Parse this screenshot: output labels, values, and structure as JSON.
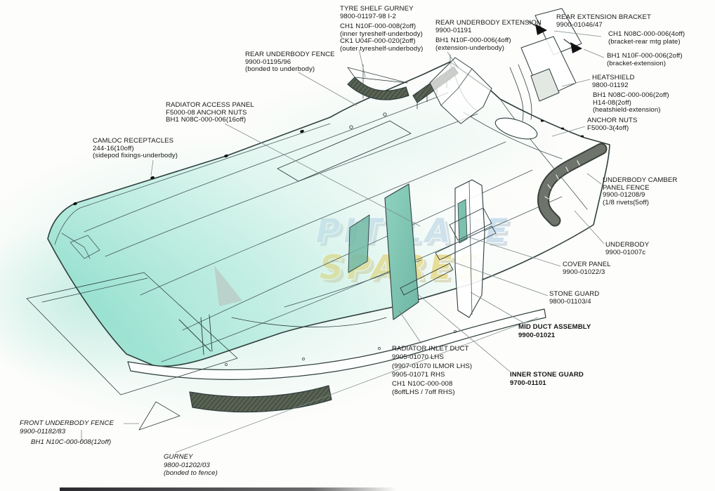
{
  "diagram": {
    "watermark": {
      "line1": "PIT LANE",
      "line2": "SPARES"
    },
    "colors": {
      "watermark_blue": "#b9d2e6",
      "watermark_yellow": "#e9c94e",
      "teal_wash": "#9fe2d2",
      "line_art": "#2f3e3e",
      "hatch_dark": "#515b4e",
      "camber_gray": "#6e736c",
      "text": "#161616"
    },
    "labels": {
      "tyre_shelf_gurney": {
        "lines": [
          "TYRE SHELF GURNEY",
          "9800-01197-98 I-2",
          "CH1 N10F-000-008(2off)",
          "(inner tyreshelf-underbody)",
          "CK1 U04F-000-020(2off)",
          "(outer tyreshelf-underbody)"
        ]
      },
      "rear_underbody_extension": {
        "lines": [
          "REAR UNDERBODY EXTENSION",
          "9900-01191",
          "BH1 N10F-000-006(4off)",
          "(extension-underbody)"
        ]
      },
      "rear_extension_bracket": {
        "lines": [
          "REAR EXTENSION BRACKET",
          "9900-01046/47"
        ]
      },
      "bracket_rear_mtg_plate": {
        "lines": [
          "CH1 N08C-000-006(4off)",
          "(bracket-rear mtg plate)"
        ]
      },
      "bracket_extension": {
        "lines": [
          "BH1 N10F-000-006(2off)",
          "(bracket-extension)"
        ]
      },
      "heatshield": {
        "lines": [
          "HEATSHIELD",
          "9800-01192"
        ]
      },
      "heatshield_extension": {
        "lines": [
          "BH1 N08C-000-006(2off)",
          "H14-08(2off)",
          "(heatshield-extension)"
        ]
      },
      "anchor_nuts": {
        "lines": [
          "ANCHOR NUTS",
          "F5000-3(4off)"
        ]
      },
      "rear_underbody_fence": {
        "lines": [
          "REAR UNDERBODY FENCE",
          "9900-01195/96",
          "(bonded to underbody)"
        ]
      },
      "radiator_access_panel": {
        "lines": [
          "RADIATOR ACCESS PANEL",
          "F5000-08 ANCHOR NUTS",
          "BH1 N08C-000-006(16off)"
        ]
      },
      "camloc_receptacles": {
        "lines": [
          "CAMLOC RECEPTACLES",
          "244-16(10off)",
          "(sidepod fixings-underbody)"
        ]
      },
      "underbody_camber_panel_fence": {
        "lines": [
          "UNDERBODY CAMBER",
          "PANEL FENCE",
          "9900-01208/9",
          "(1/8 rivets(5off)"
        ]
      },
      "underbody": {
        "lines": [
          "UNDERBODY",
          "9900-01007c"
        ]
      },
      "cover_panel": {
        "lines": [
          "COVER PANEL",
          "9900-01022/3"
        ]
      },
      "stone_guard": {
        "lines": [
          "STONE GUARD",
          "9800-01103/4"
        ]
      },
      "mid_duct_assembly": {
        "lines": [
          "MID DUCT ASSEMBLY",
          "9900-01021"
        ]
      },
      "radiator_inlet_duct": {
        "lines": [
          "RADIATOR INLET DUCT",
          "9905-01070 LHS",
          "(9907-01070 ILMOR LHS)",
          "9905-01071 RHS",
          "CH1 N10C-000-008",
          "(8offLHS / 7off RHS)"
        ]
      },
      "inner_stone_guard": {
        "lines": [
          "INNER STONE GUARD",
          "9700-01101"
        ]
      },
      "front_underbody_fence": {
        "lines": [
          "FRONT UNDERBODY FENCE",
          "9900-01182/83",
          "BH1 N10C-000-008(12off)"
        ]
      },
      "gurney": {
        "lines": [
          "GURNEY",
          "9800-01202/03",
          "(bonded to fence)"
        ]
      }
    }
  }
}
